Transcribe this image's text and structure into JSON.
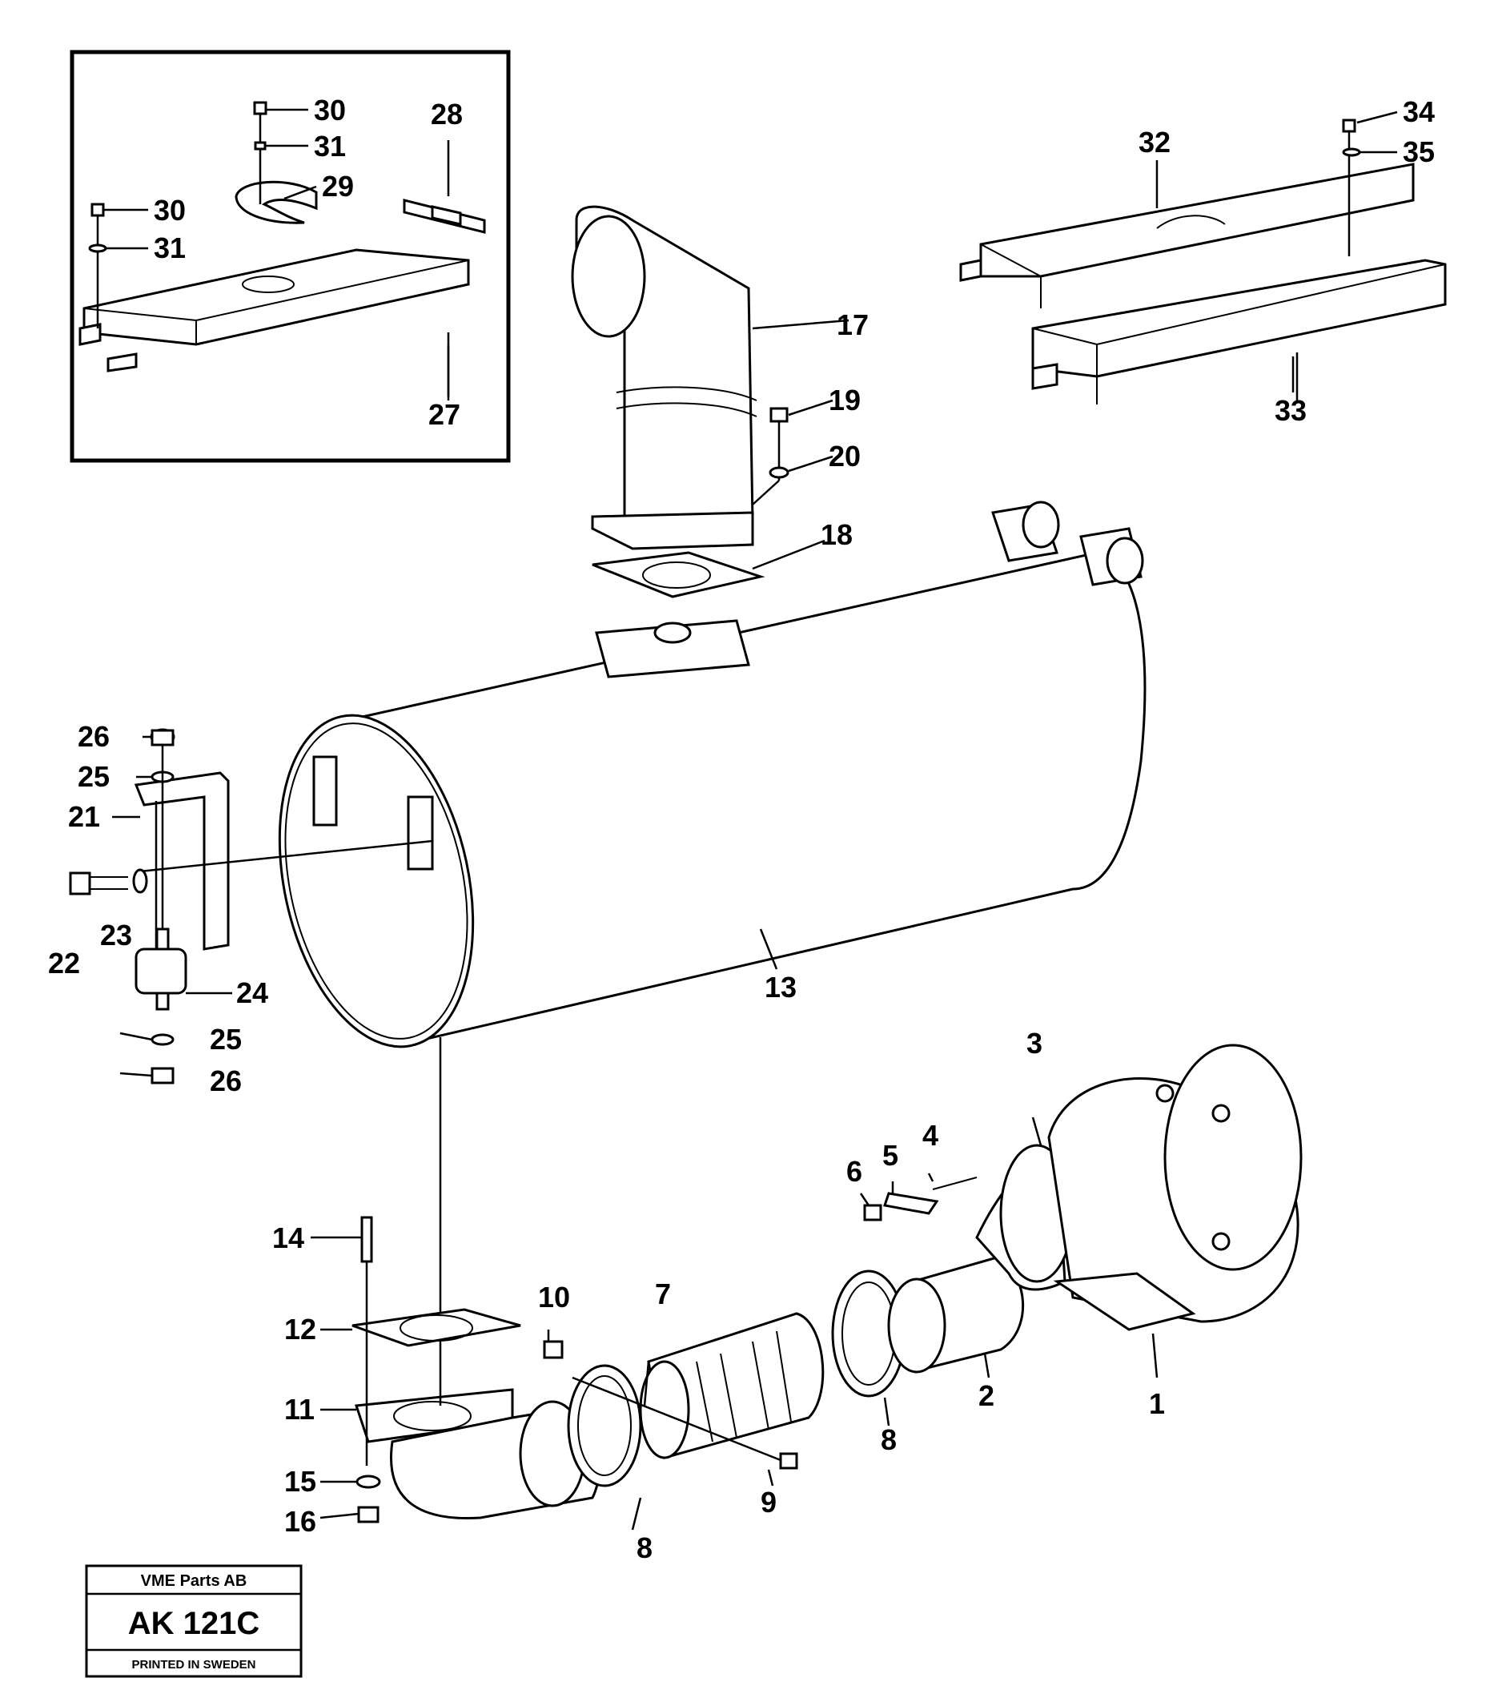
{
  "callouts": {
    "c1": "1",
    "c2": "2",
    "c3": "3",
    "c4": "4",
    "c5": "5",
    "c6": "6",
    "c7": "7",
    "c8a": "8",
    "c8b": "8",
    "c9": "9",
    "c10": "10",
    "c11": "11",
    "c12": "12",
    "c13": "13",
    "c14": "14",
    "c15": "15",
    "c16": "16",
    "c17": "17",
    "c18": "18",
    "c19": "19",
    "c20": "20",
    "c21": "21",
    "c22": "22",
    "c23": "23",
    "c24": "24",
    "c25a": "25",
    "c25b": "25",
    "c26a": "26",
    "c26b": "26",
    "c27": "27",
    "c28": "28",
    "c29": "29",
    "c30a": "30",
    "c30b": "30",
    "c31a": "31",
    "c31b": "31",
    "c32": "32",
    "c33": "33",
    "c34": "34",
    "c35": "35"
  },
  "stamp": {
    "company": "VME Parts AB",
    "code": "AK 121C",
    "printed": "PRINTED IN SWEDEN"
  }
}
